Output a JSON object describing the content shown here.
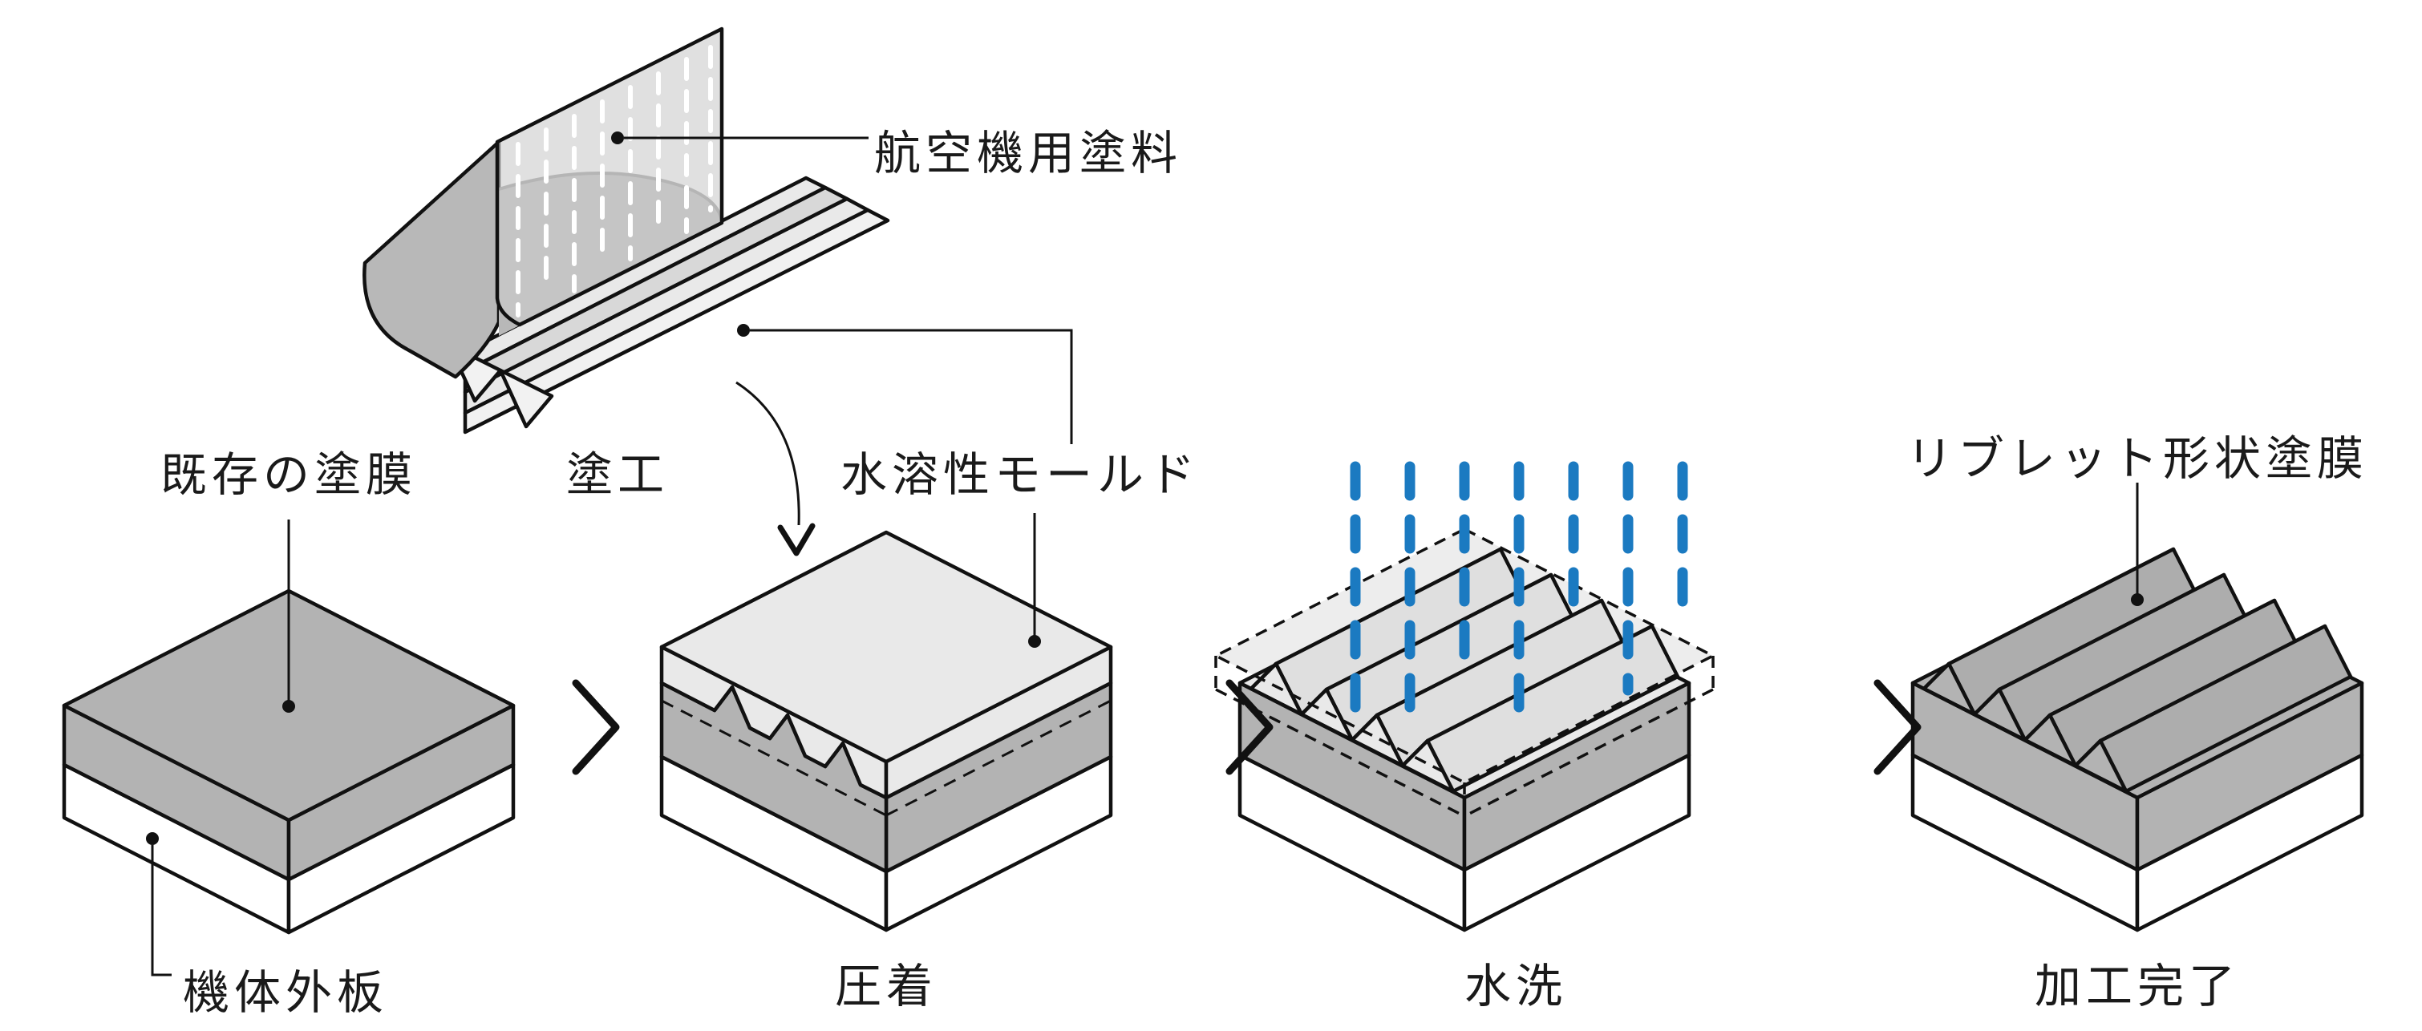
{
  "figure": {
    "description": "riblet-coating-process-diagram",
    "part_labels": {
      "aircraft_paint": "航空機用塗料",
      "existing_coating": "既存の塗膜",
      "water_soluble_mold": "水溶性モールド",
      "fuselage_skin": "機体外板",
      "riblet_coating": "リブレット形状塗膜"
    },
    "step_labels": {
      "coating": "塗工",
      "pressing": "圧着",
      "rinsing": "水洗",
      "finished": "加工完了"
    },
    "colors": {
      "coating_gray": "#b3b3b3",
      "mold_light_gray": "#e9e9e9",
      "panel_white": "#ffffff",
      "water_blue": "#1b7ac1",
      "outline": "#111111"
    }
  }
}
